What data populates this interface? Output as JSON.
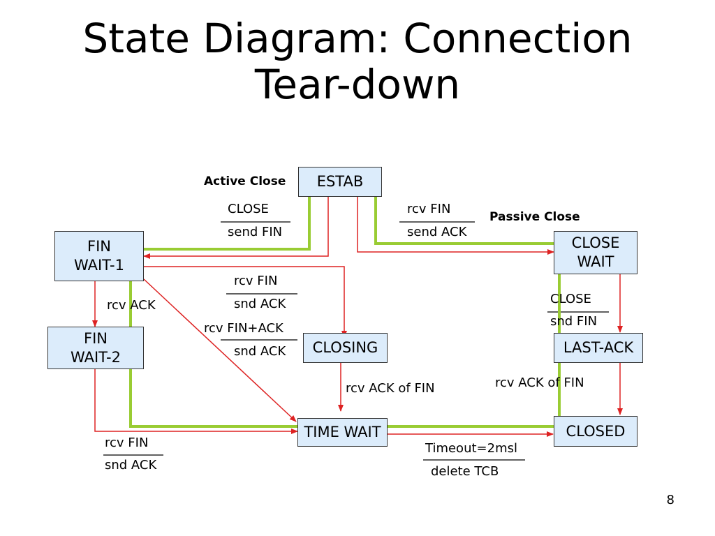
{
  "title": {
    "line1": "State Diagram: Connection",
    "line2": "Tear-down"
  },
  "labels": {
    "active_close": "Active Close",
    "passive_close": "Passive Close"
  },
  "states": {
    "estab": "ESTAB",
    "fin_wait_1": "FIN\nWAIT-1",
    "fin_wait_2": "FIN\nWAIT-2",
    "close_wait": "CLOSE\nWAIT",
    "closing": "CLOSING",
    "last_ack": "LAST-ACK",
    "time_wait": "TIME WAIT",
    "closed": "CLOSED"
  },
  "transitions": {
    "estab_fin1": {
      "event": "CLOSE",
      "action": "send FIN"
    },
    "estab_closewait": {
      "event": "rcv FIN",
      "action": "send ACK"
    },
    "fin1_closing": {
      "event": "rcv FIN",
      "action": "snd ACK"
    },
    "fin1_fin2": {
      "event": "rcv ACK"
    },
    "fin1_timewait": {
      "event": "rcv FIN+ACK",
      "action": "snd ACK"
    },
    "closewait_lastack": {
      "event": "CLOSE",
      "action": "snd FIN"
    },
    "closing_timewait": {
      "event": "rcv ACK of FIN"
    },
    "lastack_closed": {
      "event": "rcv ACK of FIN"
    },
    "fin2_timewait": {
      "event": "rcv FIN",
      "action": "snd ACK"
    },
    "timewait_closed": {
      "event": "Timeout=2msl",
      "action": "delete TCB"
    }
  },
  "colors": {
    "arrow": "#dd2222",
    "highlight": "#99cc33",
    "state_fill": "#dcecfb"
  },
  "page_number": "8"
}
